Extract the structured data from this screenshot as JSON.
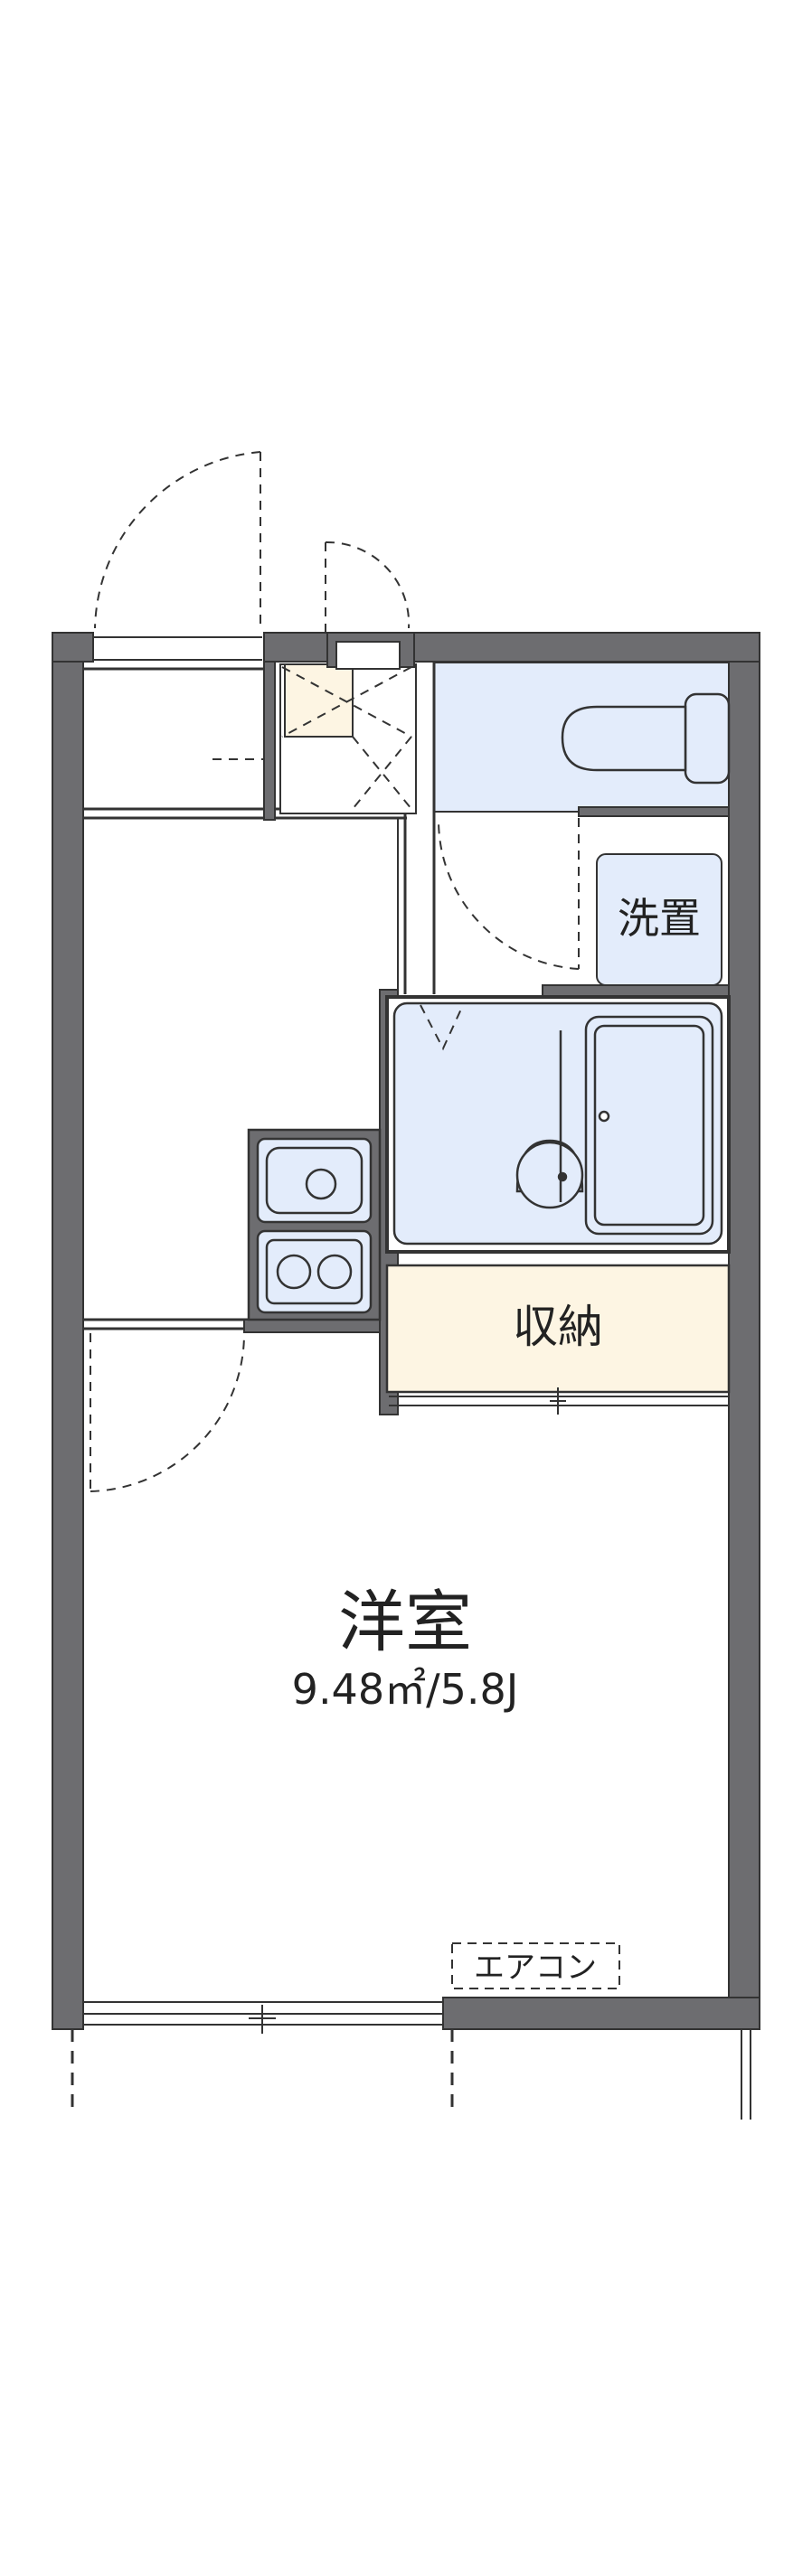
{
  "rooms": {
    "western_room": {
      "name": "洋室",
      "area": "9.48㎡/5.8J"
    },
    "storage": {
      "name": "収納"
    },
    "washer_space": {
      "name": "洗置"
    }
  },
  "labels": {
    "air_conditioner": "エアコン"
  },
  "colors": {
    "wall": "#6d6d70",
    "bath_fill": "#e3ecfb",
    "storage_fill": "#fdf5e3",
    "line": "#333333"
  }
}
